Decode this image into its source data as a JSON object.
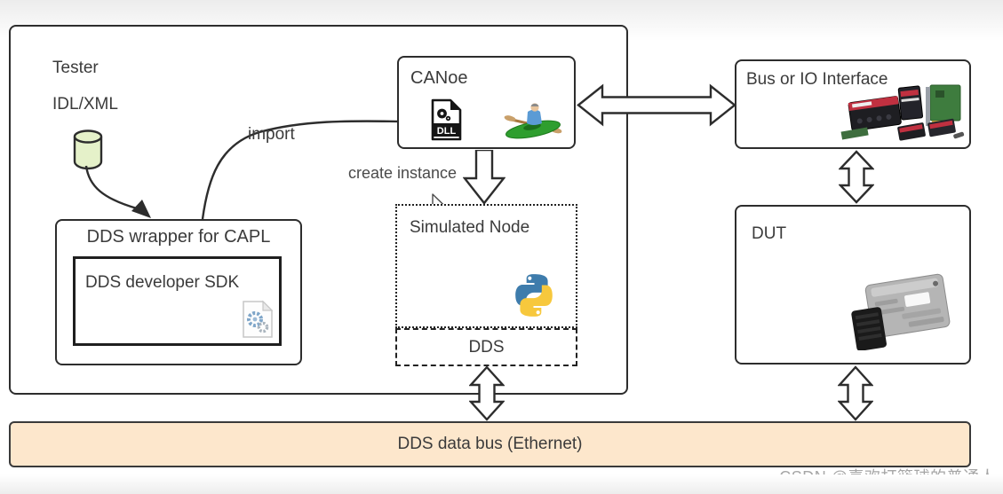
{
  "diagram": {
    "tester": {
      "label": "Tester",
      "idl_label": "IDL/XML"
    },
    "arrows": {
      "import_label": "import",
      "create_instance_label": "create instance"
    },
    "wrapper": {
      "title": "DDS wrapper for CAPL",
      "sdk_label": "DDS developer SDK"
    },
    "canoe": {
      "title": "CANoe",
      "dll_badge": "DLL"
    },
    "simulated_node": {
      "title": "Simulated Node",
      "dds_label": "DDS"
    },
    "bus_interface": {
      "title": "Bus or IO Interface"
    },
    "dut": {
      "title": "DUT"
    },
    "bus_bar": {
      "label": "DDS data bus (Ethernet)"
    },
    "watermark": "CSDN @喜欢打篮球的普通人",
    "colors": {
      "box_border": "#2d2d2d",
      "text": "#3b3b3b",
      "bus_bar_fill": "#FDE7CC",
      "cylinder_fill": "#E5F1C9",
      "python_blue": "#3E7CAC",
      "python_yellow": "#F7C83D",
      "kayak_green": "#2F9E2F",
      "vector_hw_red": "#C03040",
      "watermark_gray": "#A6A6A6"
    }
  }
}
